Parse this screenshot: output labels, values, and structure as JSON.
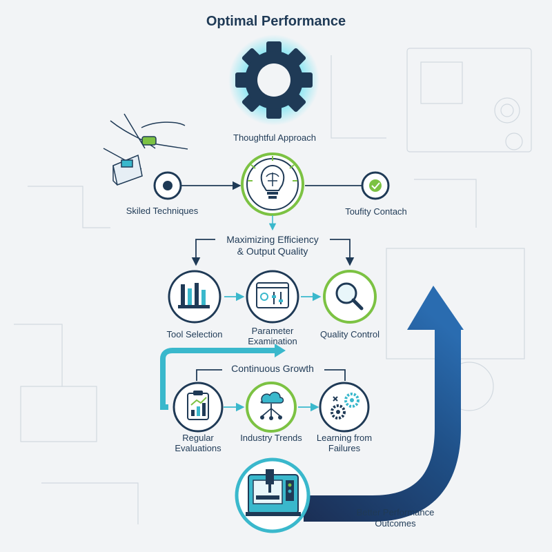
{
  "title": "Optimal Performance",
  "top": {
    "approach": "Thoughtful Approach",
    "left_label": "Skiled Techniques",
    "right_label": "Toufity Contach"
  },
  "efficiency": {
    "heading_line1": "Maximizing Efficiency",
    "heading_line2": "& Output Quality",
    "items": [
      {
        "label": "Tool Selection",
        "icon": "tool-bars-icon"
      },
      {
        "label_line1": "Parameter",
        "label_line2": "Examination",
        "icon": "control-panel-icon"
      },
      {
        "label": "Quality Control",
        "icon": "magnifier-icon"
      }
    ]
  },
  "growth": {
    "heading": "Continuous Growth",
    "items": [
      {
        "label_line1": "Regular",
        "label_line2": "Evaluations",
        "icon": "clipboard-chart-icon"
      },
      {
        "label": "Industry Trends",
        "icon": "cloud-network-icon"
      },
      {
        "label_line1": "Learning from",
        "label_line2": "Failures",
        "icon": "gears-icon"
      }
    ]
  },
  "outcome": {
    "line1": "Better Performance",
    "line2": "Outcomes",
    "icon": "cnc-machine-icon"
  },
  "colors": {
    "navy": "#1f3a56",
    "teal": "#3ab8cc",
    "green": "#7cc243",
    "arrow_blue": "#1f5a95"
  }
}
